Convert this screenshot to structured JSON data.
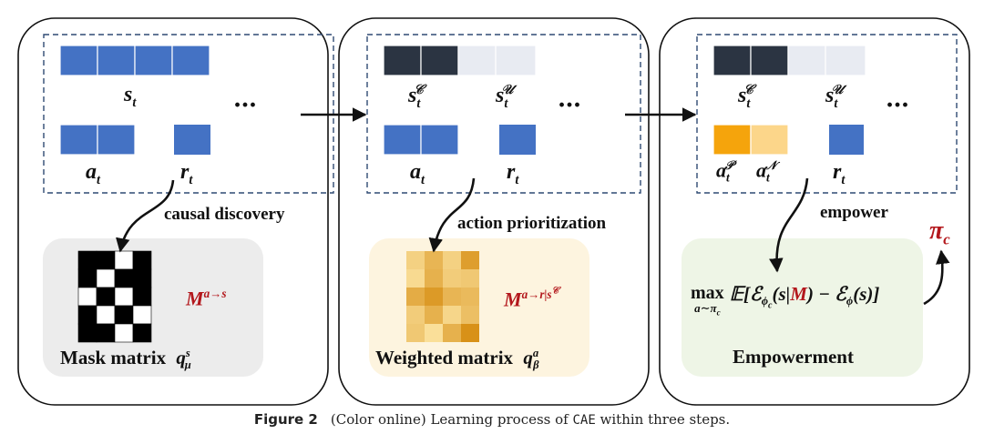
{
  "panels": [
    {
      "id": "causal",
      "symbols": {
        "state": "s",
        "state_sub": "t",
        "action": "a",
        "action_sub": "t",
        "reward": "r",
        "reward_sub": "t",
        "ellipsis": "…"
      },
      "step_label": "causal discovery",
      "matrix_label": "Mask matrix",
      "matrix_symbol": "q",
      "matrix_symbol_sup": "s",
      "matrix_symbol_sub": "μ",
      "matrix_name": "M",
      "matrix_name_sup": "a→s"
    },
    {
      "id": "prioritization",
      "symbols": {
        "sc": "s",
        "sc_sup": "𝒞",
        "sc_sub": "t",
        "su": "s",
        "su_sup": "𝒰",
        "su_sub": "t",
        "action": "a",
        "action_sub": "t",
        "reward": "r",
        "reward_sub": "t",
        "ellipsis": "…"
      },
      "step_label": "action prioritization",
      "matrix_label": "Weighted matrix",
      "matrix_symbol": "q",
      "matrix_symbol_sup": "a",
      "matrix_symbol_sub": "β",
      "matrix_name": "M",
      "matrix_name_sup": "a→r|s",
      "matrix_name_sup_c": "𝒞"
    },
    {
      "id": "empower",
      "symbols": {
        "sc": "s",
        "sc_sup": "𝒞",
        "sc_sub": "t",
        "su": "s",
        "su_sup": "𝒰",
        "su_sub": "t",
        "ap": "a",
        "ap_sup": "𝒫",
        "ap_sub": "t",
        "an": "a",
        "an_sup": "𝒩",
        "an_sub": "t",
        "reward": "r",
        "reward_sub": "t",
        "ellipsis": "…"
      },
      "step_label": "empower",
      "formula_max": "max",
      "formula_under": "a∼π",
      "formula_under_sub": "c",
      "formula_body_1": "𝔼[ℰ",
      "formula_phi_c": "ϕ",
      "formula_phi_c_sub": "c",
      "formula_body_2": "(s|",
      "formula_M": "M",
      "formula_body_3": ") − ℰ",
      "formula_phi": "ϕ",
      "formula_body_4": "(s)]",
      "box_label": "Empowerment",
      "policy": "π",
      "policy_sub": "c"
    }
  ],
  "colors": {
    "blue": "#4472c4",
    "dark": "#2b3442",
    "light": "#e8ebf2",
    "orange": "#f5a40c",
    "light_orange": "#fcd68a",
    "red": "#b3171c",
    "gray_box": "#ececec",
    "yellow_box": "#fdf4df",
    "green_box": "#eef5e6"
  },
  "mask_matrix": [
    [
      1,
      1,
      0,
      1
    ],
    [
      1,
      0,
      1,
      1
    ],
    [
      0,
      1,
      0,
      1
    ],
    [
      1,
      0,
      1,
      0
    ],
    [
      1,
      1,
      0,
      1
    ]
  ],
  "weighted_matrix": [
    [
      0.25,
      0.55,
      0.25,
      0.8
    ],
    [
      0.15,
      0.6,
      0.3,
      0.35
    ],
    [
      0.65,
      0.85,
      0.55,
      0.5
    ],
    [
      0.3,
      0.6,
      0.2,
      0.45
    ],
    [
      0.35,
      0.1,
      0.6,
      0.95
    ]
  ],
  "caption": {
    "prefix": "Figure 2",
    "text_1": "(Color online) Learning process of ",
    "code": "CAE",
    "text_2": " within three steps."
  }
}
